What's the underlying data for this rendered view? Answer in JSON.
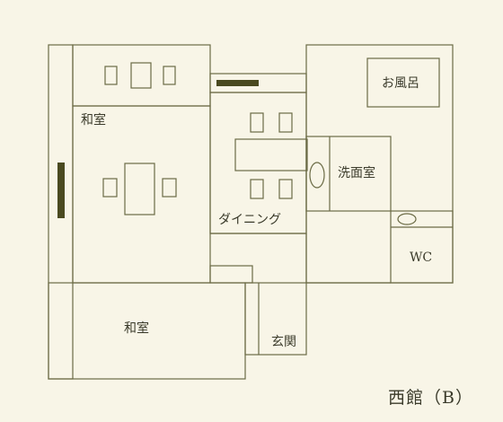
{
  "plan": {
    "title": "西館（B）",
    "rooms": {
      "washitsu_upper": "和室",
      "washitsu_lower": "和室",
      "dining": "ダイニング",
      "bath": "お風呂",
      "washroom": "洗面室",
      "wc": "WC",
      "entrance": "玄関"
    }
  },
  "colors": {
    "background": "#f8f5e7",
    "line": "#6b6b45",
    "accent": "#4a4a20",
    "text": "#3a3a2a"
  }
}
